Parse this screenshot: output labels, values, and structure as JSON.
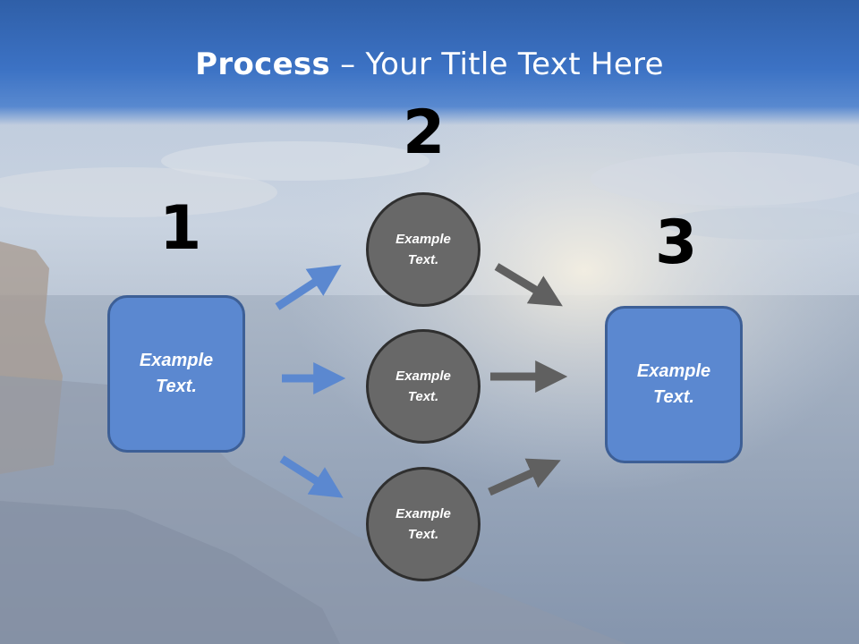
{
  "slide": {
    "title_bold": "Process",
    "title_rest": " – Your Title Text Here"
  },
  "steps": {
    "step1": {
      "number": "1",
      "text": "Example\nText."
    },
    "step2": {
      "number": "2"
    },
    "step3": {
      "number": "3",
      "text": "Example\nText."
    }
  },
  "circles": [
    {
      "text": "Example\nText."
    },
    {
      "text": "Example\nText."
    },
    {
      "text": "Example\nText."
    }
  ],
  "colors": {
    "title_band": "#3c72c4",
    "box_fill": "#5b88d0",
    "box_border": "#3d5f96",
    "circle_fill": "#686868",
    "circle_border": "#2f2f2f",
    "arrow_blue": "#5b88d0",
    "arrow_gray": "#606060"
  }
}
